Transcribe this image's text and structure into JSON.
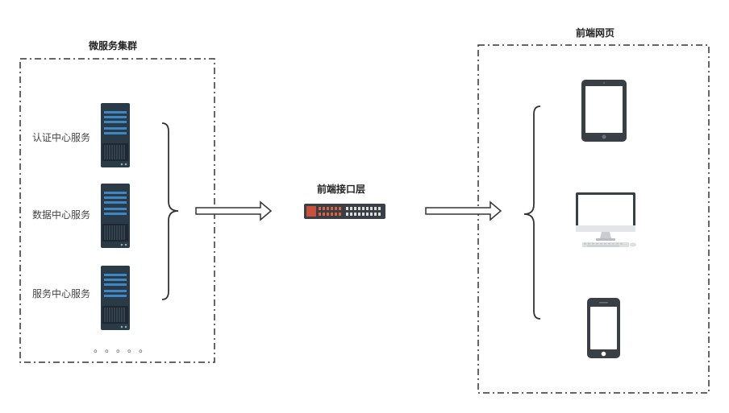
{
  "microservices": {
    "title": "微服务集群",
    "services": [
      {
        "label": "认证中心服务"
      },
      {
        "label": "数据中心服务"
      },
      {
        "label": "服务中心服务"
      }
    ],
    "ellipsis": "。。。。。"
  },
  "gateway": {
    "title": "前端接口层"
  },
  "frontend": {
    "title": "前端网页",
    "devices": [
      "tablet-icon",
      "desktop-icon",
      "phone-icon"
    ]
  },
  "colors": {
    "server_body": "#2b3a47",
    "server_accent": "#3d87c4",
    "device_body": "#3a3f45",
    "switch_body": "#3a3f45",
    "switch_port": "#e0623a",
    "line": "#333333"
  }
}
